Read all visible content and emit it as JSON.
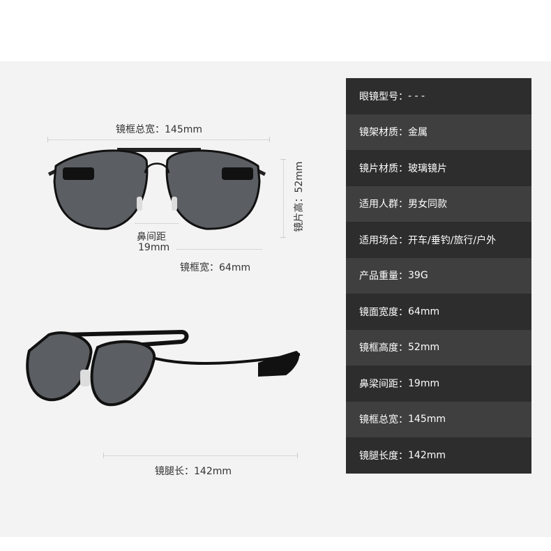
{
  "dimensions": {
    "total_width": "镜框总宽：145mm",
    "lens_height": "镜片高：52mm",
    "bridge_label": "鼻间距",
    "bridge_value": "19mm",
    "lens_width": "镜框宽：64mm",
    "temple_length": "镜腿长：142mm"
  },
  "specs": [
    {
      "label": "眼镜型号：",
      "value": "- - -"
    },
    {
      "label": "镜架材质：",
      "value": "金属"
    },
    {
      "label": "镜片材质：",
      "value": "玻璃镜片"
    },
    {
      "label": "适用人群：",
      "value": "男女同款"
    },
    {
      "label": "适用场合：",
      "value": "开车/垂钓/旅行/户外"
    },
    {
      "label": "产品重量：",
      "value": "39G"
    },
    {
      "label": "镜面宽度：",
      "value": "64mm"
    },
    {
      "label": "镜框高度：",
      "value": "52mm"
    },
    {
      "label": "鼻梁间距：",
      "value": "19mm"
    },
    {
      "label": "镜框总宽：",
      "value": "145mm"
    },
    {
      "label": "镜腿长度：",
      "value": "142mm"
    }
  ]
}
